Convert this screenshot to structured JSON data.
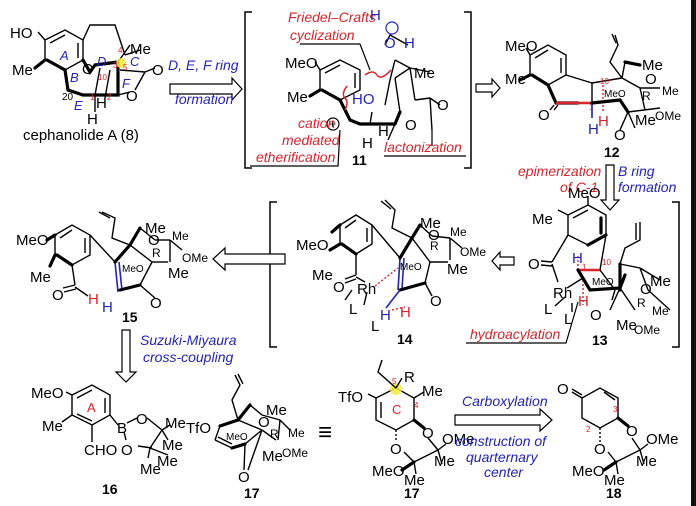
{
  "title": "Retrosynthetic analysis of cephanolide A",
  "colors": {
    "annotation_red": "#d6252b",
    "annotation_blue": "#2323b4",
    "highlight_yellow": "#f5ec3a",
    "bond_black": "#000000"
  },
  "compounds": {
    "c8": {
      "name": "cephanolide A",
      "number": "8",
      "label": "cephanolide A (8)",
      "atoms": {
        "ho": "HO",
        "me1": "Me",
        "me2": "Me",
        "o1": "O",
        "o2": "O",
        "o3": "O",
        "h1": "H",
        "h2": "H"
      },
      "rings": {
        "a": "A",
        "b": "B",
        "c": "C",
        "d": "D",
        "e": "E",
        "f": "F"
      },
      "positions": {
        "p1": "1",
        "p2": "2",
        "p3": "3",
        "p4": "4",
        "p5": "5",
        "p10": "10",
        "p20": "20"
      }
    },
    "c11": {
      "number": "11",
      "atoms": {
        "meo": "MeO",
        "me1": "Me",
        "me2": "Me",
        "ho": "HO",
        "oplus": "O",
        "h_ald": "H",
        "h_o": "H",
        "h1": "H",
        "h2": "H",
        "o_lac": "O",
        "o_ring": "O",
        "plus": "+"
      }
    },
    "c12": {
      "number": "12",
      "atoms": {
        "meo": "MeO",
        "me_ar": "Me",
        "o_keto": "O",
        "h_blue": "H",
        "h_red": "H",
        "me_top": "Me",
        "o1": "O",
        "r": "R",
        "me_r": "Me",
        "meo_in": "MeO",
        "me_bot": "Me",
        "ome": "OMe",
        "o_bot": "O"
      },
      "positions": {
        "p1": "1",
        "p10": "10"
      }
    },
    "c13": {
      "number": "13",
      "atoms": {
        "meo": "MeO",
        "me_ar": "Me",
        "o_acyl": "O",
        "rh": "Rh",
        "l1": "L",
        "l2": "L",
        "h_blue": "H",
        "h_red": "H",
        "me_top": "Me",
        "o1": "O",
        "r": "R",
        "me_r": "Me",
        "meo_in": "MeO",
        "me_bot": "Me",
        "ome": "OMe",
        "o_bot": "O"
      },
      "positions": {
        "p1": "1",
        "p10": "10"
      }
    },
    "c14": {
      "number": "14",
      "atoms": {
        "meo": "MeO",
        "me_ar": "Me",
        "o_acyl": "O",
        "rh": "Rh",
        "l1": "L",
        "l2": "L",
        "h_blue": "H",
        "h_red": "H",
        "me_top": "Me",
        "o1": "O",
        "r": "R",
        "me_r": "Me",
        "ome": "OMe",
        "meo_in": "MeO",
        "me_bot": "Me",
        "o_bot": "O"
      }
    },
    "c15": {
      "number": "15",
      "atoms": {
        "meo": "MeO",
        "me_ar": "Me",
        "o_ald": "O",
        "h_red": "H",
        "h_blue": "H",
        "me_top": "Me",
        "o1": "O",
        "r": "R",
        "me_r": "Me",
        "ome": "OMe",
        "meo_in": "MeO",
        "me_bot": "Me",
        "o_bot": "O"
      }
    },
    "c16": {
      "number": "16",
      "atoms": {
        "meo": "MeO",
        "me_ar": "Me",
        "cho": "CHO",
        "b": "B",
        "o1": "O",
        "o2": "O",
        "me1": "Me",
        "me2": "Me",
        "me3": "Me",
        "me4": "Me"
      },
      "rings": {
        "a": "A"
      }
    },
    "c17a": {
      "number": "17",
      "atoms": {
        "tfo": "TfO",
        "me_top": "Me",
        "o1": "O",
        "r": "R",
        "me_r": "Me",
        "meo_in": "MeO",
        "me_bot": "Me",
        "ome": "OMe",
        "o_bot": "O"
      }
    },
    "c17b": {
      "number": "17",
      "atoms": {
        "tfo": "TfO",
        "r": "R",
        "me4": "Me",
        "o1": "O",
        "o2": "O",
        "ome": "OMe",
        "me_r": "Me",
        "meo": "MeO",
        "me_b": "Me"
      },
      "rings": {
        "c": "C"
      },
      "positions": {
        "p4": "4",
        "p5": "5"
      }
    },
    "c18": {
      "number": "18",
      "atoms": {
        "o_keto": "O",
        "o1": "O",
        "o2": "O",
        "ome": "OMe",
        "me_r": "Me",
        "meo": "MeO",
        "me_b": "Me"
      },
      "positions": {
        "p2": "2",
        "p3": "3"
      }
    }
  },
  "annotations": {
    "def_ring_line1": "D, E, F ring",
    "def_ring_line2": "formation",
    "friedel_line1": "Friedel–Crafts",
    "friedel_line2": "cyclization",
    "cation_line1": "cation",
    "cation_line2": "mediated",
    "cation_line3": "etherification",
    "lactonization": "lactonization",
    "epimerization_line1": "epimerization",
    "epimerization_line2": "of C-1",
    "b_ring_line1": "B ring",
    "b_ring_line2": "formation",
    "hydroacylation": "hydroacylation",
    "suzuki_line1": "Suzuki-Miyaura",
    "suzuki_line2": "cross-coupling",
    "carboxylation": "Carboxylation",
    "quaternary_line1": "construction of",
    "quaternary_line2": "quarternary",
    "quaternary_line3": "center",
    "equivalence": "≡"
  },
  "icons": {
    "retro_arrow": "retrosynthetic-arrow",
    "bracket": "intermediate-bracket",
    "equivalence": "equivalence-sign"
  }
}
